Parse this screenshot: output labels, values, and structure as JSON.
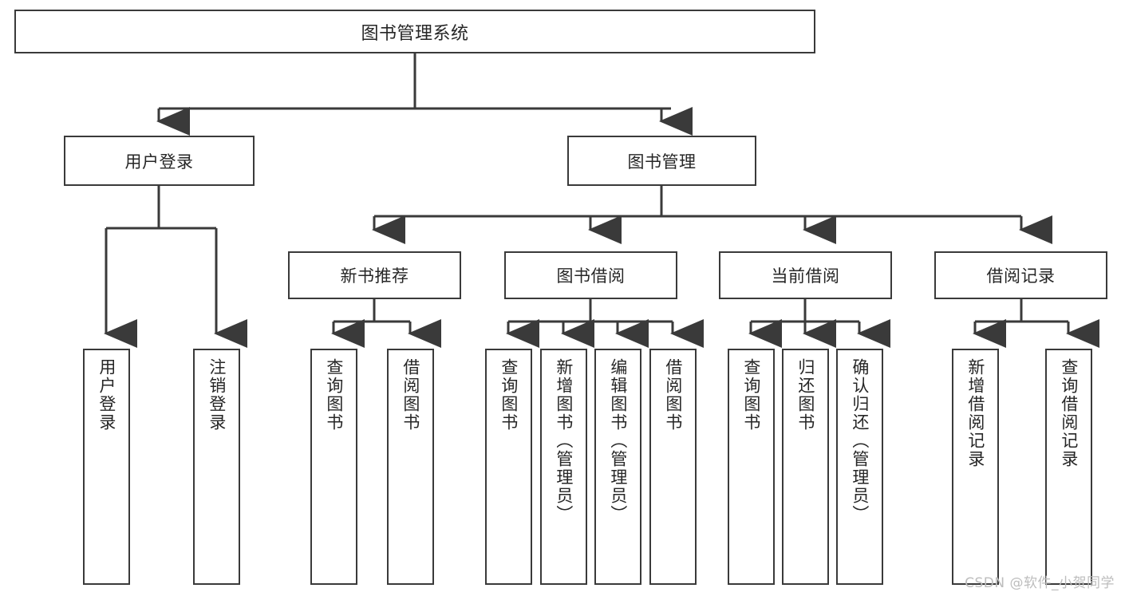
{
  "diagram": {
    "title": "图书管理系统",
    "watermark": "CSDN @软件_小贺同学",
    "colors": {
      "background": "#ffffff",
      "node_border": "#3a3a3a",
      "node_fill": "#ffffff",
      "text": "#262626",
      "connector": "#3a3a3a",
      "watermark": "#bdbdbd"
    }
  },
  "nodes": {
    "root": {
      "label": "图书管理系统",
      "orientation": "horizontal"
    },
    "level1": [
      {
        "label": "用户登录",
        "orientation": "horizontal"
      },
      {
        "label": "图书管理",
        "orientation": "horizontal"
      }
    ],
    "level2": [
      {
        "label": "新书推荐",
        "orientation": "horizontal",
        "parent": "图书管理"
      },
      {
        "label": "图书借阅",
        "orientation": "horizontal",
        "parent": "图书管理"
      },
      {
        "label": "当前借阅",
        "orientation": "horizontal",
        "parent": "图书管理"
      },
      {
        "label": "借阅记录",
        "orientation": "horizontal",
        "parent": "图书管理"
      }
    ],
    "leaves": [
      {
        "label": "用户登录",
        "orientation": "vertical",
        "parent": "用户登录"
      },
      {
        "label": "注销登录",
        "orientation": "vertical",
        "parent": "用户登录"
      },
      {
        "label": "查询图书",
        "orientation": "vertical",
        "parent": "新书推荐"
      },
      {
        "label": "借阅图书",
        "orientation": "vertical",
        "parent": "新书推荐"
      },
      {
        "label": "查询图书",
        "orientation": "vertical",
        "parent": "图书借阅"
      },
      {
        "label": "新增图书（管理员）",
        "orientation": "vertical",
        "parent": "图书借阅"
      },
      {
        "label": "编辑图书（管理员）",
        "orientation": "vertical",
        "parent": "图书借阅"
      },
      {
        "label": "借阅图书",
        "orientation": "vertical",
        "parent": "图书借阅"
      },
      {
        "label": "查询图书",
        "orientation": "vertical",
        "parent": "当前借阅"
      },
      {
        "label": "归还图书",
        "orientation": "vertical",
        "parent": "当前借阅"
      },
      {
        "label": "确认归还（管理员）",
        "orientation": "vertical",
        "parent": "当前借阅"
      },
      {
        "label": "新增借阅记录",
        "orientation": "vertical",
        "parent": "借阅记录"
      },
      {
        "label": "查询借阅记录",
        "orientation": "vertical",
        "parent": "借阅记录"
      }
    ]
  }
}
